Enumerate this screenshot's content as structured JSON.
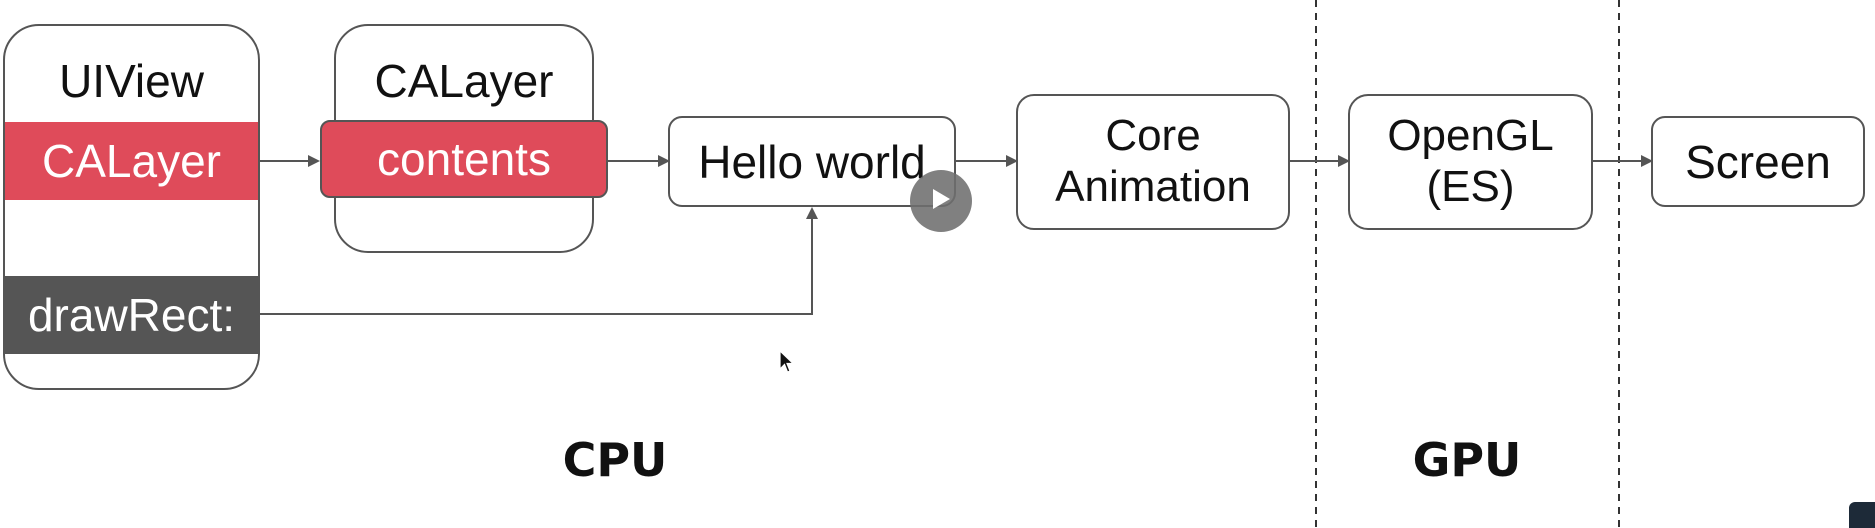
{
  "uiview": {
    "title": "UIView",
    "layer_label": "CALayer",
    "draw_label": "drawRect:"
  },
  "calayer": {
    "title": "CALayer",
    "contents_label": "contents"
  },
  "hello": {
    "label": "Hello world"
  },
  "core_animation": {
    "line1": "Core",
    "line2": "Animation"
  },
  "opengl": {
    "line1": "OpenGL",
    "line2": "(ES)"
  },
  "screen": {
    "label": "Screen"
  },
  "sections": {
    "cpu": "CPU",
    "gpu": "GPU"
  },
  "colors": {
    "accent_red": "#df4b5a",
    "dark_band": "#555555",
    "border": "#555555"
  },
  "icons": [
    "play-icon",
    "cursor-icon"
  ]
}
